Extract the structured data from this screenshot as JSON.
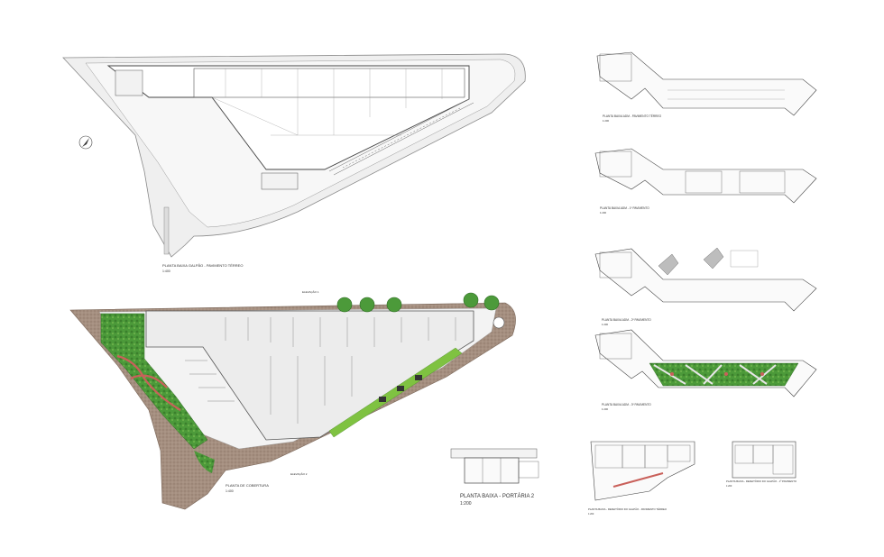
{
  "sheet": {
    "upper_plan": {
      "title": "PLANTA BAIXA GALPÃO - PAVIMENTO TÉRREO",
      "scale": "1:400"
    },
    "roof_plan": {
      "title": "PLANTA DE COBERTURA",
      "scale": "1:400",
      "elevation_marks": [
        "ELEVAÇÃO 1",
        "ELEVAÇÃO 2"
      ]
    },
    "portaria": {
      "title": "PLANTA BAIXA - PORTÁRIA 2",
      "scale": "1:200"
    },
    "right_plans": [
      {
        "title": "PLANTA BAIXA ADM - PAVIMENTO TÉRREO",
        "scale": "1:200"
      },
      {
        "title": "PLANTA BAIXA ADM - 1º PAVIMENTO",
        "scale": "1:200"
      },
      {
        "title": "PLANTA BAIXA ADM - 2º PAVIMENTO",
        "scale": "1:200"
      },
      {
        "title": "PLANTA BAIXA ADM - 3º PAVIMENTO",
        "scale": "1:200"
      }
    ],
    "bottom_right_plans": [
      {
        "title": "PLANTA BAIXA - REFEITÓRIO DO GALPÃO - PAVIMENTO TÉRREO",
        "scale": "1:200"
      },
      {
        "title": "PLANTA BAIXA - REFEITÓRIO DO GALPÃO - 1º PAVIMENTO",
        "scale": "1:200"
      }
    ],
    "colors": {
      "line": "#555555",
      "pavement": "#a58f80",
      "garden": "#4c9a3a",
      "garden_light": "#7fc241",
      "path_red": "#c9605a",
      "roof": "#e9e9e9",
      "fill_light": "#dcdcdc"
    }
  }
}
